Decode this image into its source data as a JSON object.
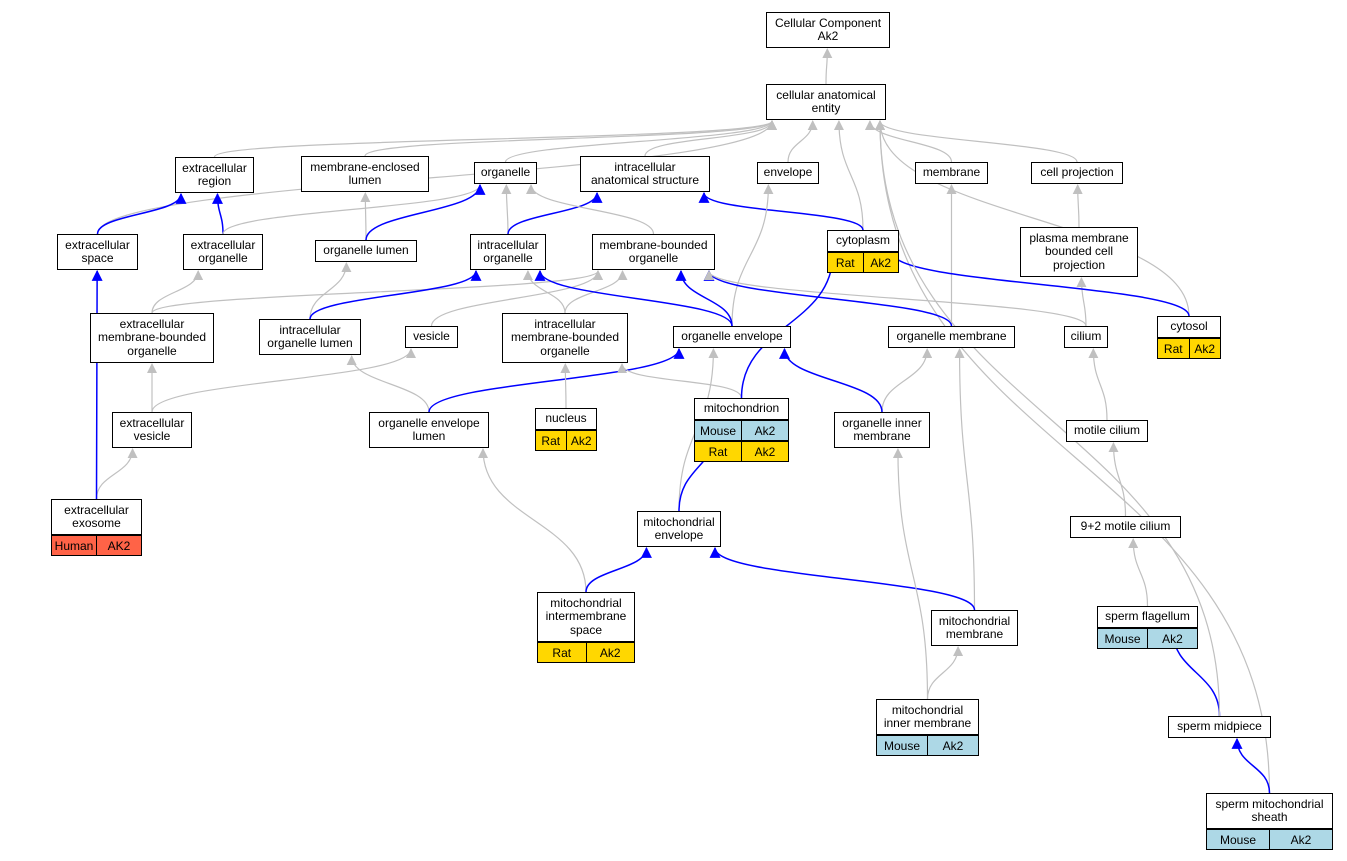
{
  "diagram": {
    "colors": {
      "is_a_edge": "#c0c0c0",
      "part_of_edge": "#0000ff",
      "node_border": "#000000",
      "rat": "#ffd700",
      "mouse": "#add8e6",
      "human": "#ff6347"
    },
    "nodes": {
      "root": "Cellular Component\nAk2",
      "cae": "cellular anatomical\nentity",
      "ecr": "extracellular\nregion",
      "mel": "membrane-enclosed\nlumen",
      "org": "organelle",
      "ias": "intracellular\nanatomical structure",
      "env": "envelope",
      "mem": "membrane",
      "cpj": "cell projection",
      "ecs": "extracellular\nspace",
      "eco": "extracellular\norganelle",
      "orl": "organelle lumen",
      "ico": "intracellular\norganelle",
      "mbo": "membrane-bounded\norganelle",
      "cyt": "cytoplasm",
      "pmb": "plasma membrane\nbounded cell\nprojection",
      "emb": "extracellular\nmembrane-bounded\norganelle",
      "iol": "intracellular\norganelle lumen",
      "ves": "vesicle",
      "imb": "intracellular\nmembrane-bounded\norganelle",
      "oen": "organelle envelope",
      "omm": "organelle membrane",
      "cil": "cilium",
      "cys": "cytosol",
      "ecv": "extracellular\nvesicle",
      "oel": "organelle envelope\nlumen",
      "nuc": "nucleus",
      "mit": "mitochondrion",
      "oim": "organelle inner\nmembrane",
      "mci": "motile cilium",
      "exo": "extracellular\nexosome",
      "men": "mitochondrial\nenvelope",
      "m92": "9+2 motile cilium",
      "mis": "mitochondrial\nintermembrane\nspace",
      "mtm": "mitochondrial\nmembrane",
      "spf": "sperm flagellum",
      "mim": "mitochondrial\ninner membrane",
      "spm": "sperm midpiece",
      "sms": "sperm mitochondrial\nsheath"
    },
    "annotations": {
      "cyt_rat": [
        "Rat",
        "Ak2"
      ],
      "cys_rat": [
        "Rat",
        "Ak2"
      ],
      "nuc_rat": [
        "Rat",
        "Ak2"
      ],
      "mit_mouse": [
        "Mouse",
        "Ak2"
      ],
      "mit_rat": [
        "Rat",
        "Ak2"
      ],
      "exo_human": [
        "Human",
        "AK2"
      ],
      "mis_rat": [
        "Rat",
        "Ak2"
      ],
      "spf_mouse": [
        "Mouse",
        "Ak2"
      ],
      "mim_mouse": [
        "Mouse",
        "Ak2"
      ],
      "sms_mouse": [
        "Mouse",
        "Ak2"
      ]
    },
    "edges": [
      {
        "from": "cae",
        "to": "root",
        "type": "is_a"
      },
      {
        "from": "ecr",
        "to": "cae",
        "type": "is_a"
      },
      {
        "from": "mel",
        "to": "cae",
        "type": "is_a"
      },
      {
        "from": "org",
        "to": "cae",
        "type": "is_a"
      },
      {
        "from": "ias",
        "to": "cae",
        "type": "is_a"
      },
      {
        "from": "env",
        "to": "cae",
        "type": "is_a"
      },
      {
        "from": "mem",
        "to": "cae",
        "type": "is_a"
      },
      {
        "from": "cpj",
        "to": "cae",
        "type": "is_a"
      },
      {
        "from": "cyt",
        "to": "cae",
        "type": "is_a"
      },
      {
        "from": "cys",
        "to": "cae",
        "type": "is_a"
      },
      {
        "from": "ecs",
        "to": "cae",
        "type": "is_a"
      },
      {
        "from": "sms",
        "to": "cae",
        "type": "is_a"
      },
      {
        "from": "ecs",
        "to": "ecr",
        "type": "part_of"
      },
      {
        "from": "eco",
        "to": "ecr",
        "type": "part_of"
      },
      {
        "from": "eco",
        "to": "org",
        "type": "is_a"
      },
      {
        "from": "orl",
        "to": "mel",
        "type": "is_a"
      },
      {
        "from": "orl",
        "to": "org",
        "type": "part_of"
      },
      {
        "from": "ico",
        "to": "org",
        "type": "is_a"
      },
      {
        "from": "ico",
        "to": "ias",
        "type": "part_of"
      },
      {
        "from": "mbo",
        "to": "org",
        "type": "is_a"
      },
      {
        "from": "cyt",
        "to": "ias",
        "type": "part_of"
      },
      {
        "from": "pmb",
        "to": "cpj",
        "type": "is_a"
      },
      {
        "from": "emb",
        "to": "eco",
        "type": "is_a"
      },
      {
        "from": "emb",
        "to": "mbo",
        "type": "is_a"
      },
      {
        "from": "iol",
        "to": "orl",
        "type": "is_a"
      },
      {
        "from": "iol",
        "to": "ico",
        "type": "part_of"
      },
      {
        "from": "ves",
        "to": "mbo",
        "type": "is_a"
      },
      {
        "from": "imb",
        "to": "ico",
        "type": "is_a"
      },
      {
        "from": "imb",
        "to": "mbo",
        "type": "is_a"
      },
      {
        "from": "oen",
        "to": "env",
        "type": "is_a"
      },
      {
        "from": "oen",
        "to": "ico",
        "type": "part_of"
      },
      {
        "from": "oen",
        "to": "mbo",
        "type": "part_of"
      },
      {
        "from": "omm",
        "to": "mem",
        "type": "is_a"
      },
      {
        "from": "omm",
        "to": "mbo",
        "type": "part_of"
      },
      {
        "from": "cil",
        "to": "pmb",
        "type": "is_a"
      },
      {
        "from": "cil",
        "to": "mbo",
        "type": "is_a"
      },
      {
        "from": "cys",
        "to": "cyt",
        "type": "part_of"
      },
      {
        "from": "ecv",
        "to": "emb",
        "type": "is_a"
      },
      {
        "from": "ecv",
        "to": "ves",
        "type": "is_a"
      },
      {
        "from": "oel",
        "to": "iol",
        "type": "is_a"
      },
      {
        "from": "oel",
        "to": "oen",
        "type": "part_of"
      },
      {
        "from": "nuc",
        "to": "imb",
        "type": "is_a"
      },
      {
        "from": "mit",
        "to": "imb",
        "type": "is_a"
      },
      {
        "from": "mit",
        "to": "cyt",
        "type": "part_of"
      },
      {
        "from": "oim",
        "to": "omm",
        "type": "is_a"
      },
      {
        "from": "oim",
        "to": "oen",
        "type": "part_of"
      },
      {
        "from": "mci",
        "to": "cil",
        "type": "is_a"
      },
      {
        "from": "exo",
        "to": "ecv",
        "type": "is_a"
      },
      {
        "from": "exo",
        "to": "ecs",
        "type": "part_of"
      },
      {
        "from": "men",
        "to": "oen",
        "type": "is_a"
      },
      {
        "from": "men",
        "to": "mit",
        "type": "part_of"
      },
      {
        "from": "m92",
        "to": "mci",
        "type": "is_a"
      },
      {
        "from": "mis",
        "to": "oel",
        "type": "is_a"
      },
      {
        "from": "mis",
        "to": "men",
        "type": "part_of"
      },
      {
        "from": "mtm",
        "to": "omm",
        "type": "is_a"
      },
      {
        "from": "mtm",
        "to": "men",
        "type": "part_of"
      },
      {
        "from": "spf",
        "to": "m92",
        "type": "is_a"
      },
      {
        "from": "mim",
        "to": "oim",
        "type": "is_a"
      },
      {
        "from": "mim",
        "to": "mtm",
        "type": "is_a"
      },
      {
        "from": "spm",
        "to": "spf",
        "type": "part_of"
      },
      {
        "from": "spm",
        "to": "cae",
        "type": "is_a"
      },
      {
        "from": "sms",
        "to": "spm",
        "type": "part_of"
      }
    ]
  }
}
